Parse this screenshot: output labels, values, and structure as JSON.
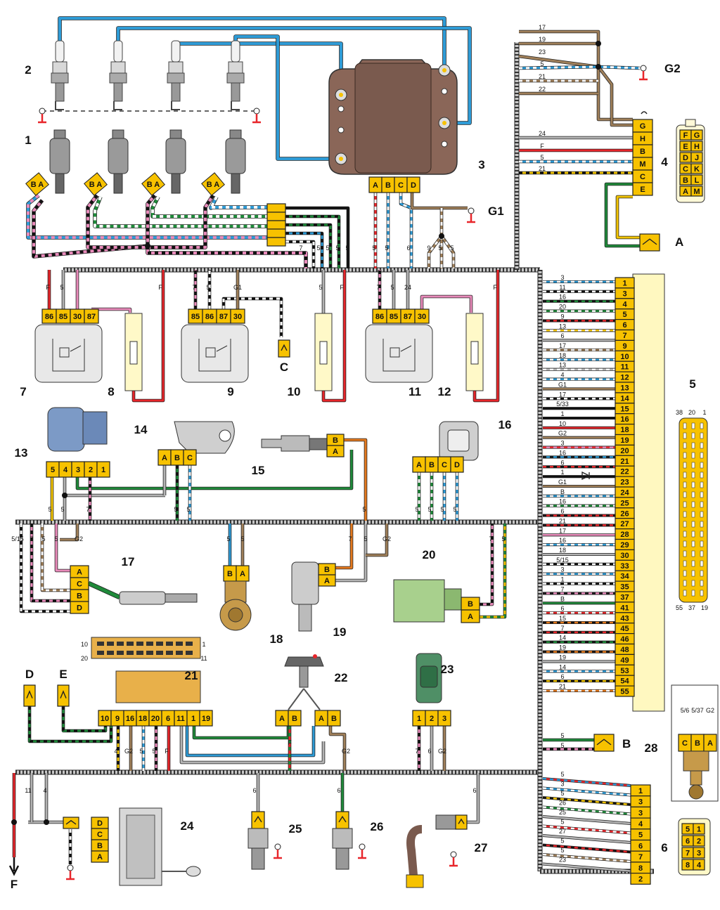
{
  "component_numbers": [
    "1",
    "2",
    "3",
    "4",
    "5",
    "6",
    "7",
    "8",
    "9",
    "10",
    "11",
    "12",
    "13",
    "14",
    "15",
    "16",
    "17",
    "18",
    "19",
    "20",
    "21",
    "22",
    "23",
    "24",
    "25",
    "26",
    "27",
    "28"
  ],
  "connector_letters": {
    "A": "A",
    "B": "B",
    "C": "C",
    "D": "D",
    "E": "E",
    "F": "F",
    "G1": "G1",
    "G2": "G2"
  },
  "module3_pins": [
    "A",
    "B",
    "C",
    "D"
  ],
  "connector4_pins": [
    "G",
    "H",
    "B",
    "M",
    "C",
    "E"
  ],
  "connector4_wires": [
    "17",
    "19",
    "23",
    "5",
    "21",
    "22",
    "24",
    "F",
    "5",
    "21"
  ],
  "connector4_face": [
    [
      "F",
      "G"
    ],
    [
      "E",
      "H"
    ],
    [
      "D",
      "J"
    ],
    [
      "C",
      "K"
    ],
    [
      "B",
      "L"
    ],
    [
      "A",
      "M"
    ]
  ],
  "ecu_pins": [
    "1",
    "3",
    "4",
    "5",
    "6",
    "7",
    "9",
    "10",
    "11",
    "12",
    "13",
    "14",
    "15",
    "16",
    "18",
    "19",
    "20",
    "21",
    "22",
    "23",
    "24",
    "25",
    "26",
    "27",
    "28",
    "29",
    "30",
    "33",
    "34",
    "35",
    "37",
    "41",
    "43",
    "45",
    "46",
    "48",
    "49",
    "53",
    "54",
    "55"
  ],
  "ecu_wires": [
    "3",
    "11",
    "16",
    "20",
    "9",
    "13",
    "6",
    "17",
    "18",
    "13",
    "4",
    "G1",
    "17",
    "5/33",
    "1",
    "10",
    "G2",
    "3",
    "16",
    "6",
    "1",
    "G1",
    "B",
    "16",
    "6",
    "21",
    "17",
    "16",
    "18",
    "5/15",
    "3",
    "1",
    "7",
    "B",
    "6",
    "15",
    "7",
    "14",
    "19",
    "19",
    "14",
    "6",
    "21"
  ],
  "ecu_face_top": [
    "38",
    "20",
    "1"
  ],
  "ecu_face_bottom": [
    "55",
    "37",
    "19"
  ],
  "relay_pins": [
    "86",
    "85",
    "30",
    "87"
  ],
  "relay9_pins": [
    "85",
    "86",
    "87",
    "30"
  ],
  "relay11_pins": [
    "86",
    "85",
    "87",
    "30"
  ],
  "relay7_wires": [
    "F",
    "5"
  ],
  "relay9_wires": [
    "7",
    "5",
    "G1"
  ],
  "relay11_wires": [
    "7",
    "5",
    "24"
  ],
  "fuse_wires": [
    "F",
    "5",
    "F",
    "F"
  ],
  "top_wires": [
    "7",
    "5",
    "5",
    "5",
    "5",
    "5",
    "5",
    "6",
    "9",
    "5",
    "5"
  ],
  "maf_pins": [
    "5",
    "4",
    "3",
    "2",
    "1"
  ],
  "maf_wires": [
    "5",
    "5",
    "7"
  ],
  "tps_pins": [
    "A",
    "B",
    "C"
  ],
  "tps_wires": [
    "5",
    "5"
  ],
  "idle_pins": [
    "A",
    "B",
    "C",
    "D"
  ],
  "idle_wires": [
    "5",
    "5",
    "5",
    "5"
  ],
  "o2_pins": [
    "A",
    "C",
    "B",
    "D"
  ],
  "o2_wires": [
    "5/15",
    "7",
    "5",
    "5",
    "G2"
  ],
  "knock_pins": [
    "B",
    "A"
  ],
  "knock_wires": [
    "5",
    "5"
  ],
  "crank_pins": [
    "B",
    "A"
  ],
  "crank_wires": [
    "7",
    "5",
    "G2"
  ],
  "canister_pins": [
    "B",
    "A"
  ],
  "canister_wires": [
    "7",
    "5"
  ],
  "diag_pins": [
    "10",
    "9",
    "16",
    "18",
    "20",
    "6",
    "11",
    "1",
    "19"
  ],
  "diag_wires": [
    "4",
    "G2",
    "5",
    "5",
    "F"
  ],
  "diag_face": [
    "10",
    "20",
    "1",
    "11"
  ],
  "speed_pins": [
    "A",
    "B",
    "A",
    "B"
  ],
  "speed_wires": [
    "F",
    "G2"
  ],
  "vss_pins": [
    "1",
    "2",
    "3"
  ],
  "vss_wires": [
    "7",
    "6",
    "G2"
  ],
  "pump_pins": [
    "D",
    "C",
    "B",
    "A"
  ],
  "pump_wires": [
    "11",
    "4"
  ],
  "temp_wires": [
    "6",
    "6",
    "6"
  ],
  "conn6_pins": [
    "1",
    "3",
    "3",
    "4",
    "5",
    "6",
    "7",
    "8",
    "2"
  ],
  "conn6_wires": [
    "5",
    "3",
    "5",
    "26",
    "25",
    "5",
    "27",
    "5",
    "5",
    "23"
  ],
  "conn6_face": [
    [
      "5",
      "1"
    ],
    [
      "6",
      "2"
    ],
    [
      "7",
      "3"
    ],
    [
      "8",
      "4"
    ]
  ],
  "conn28_pins": [
    "C",
    "B",
    "A"
  ],
  "conn28_wires": [
    "5/6",
    "5/37",
    "G2"
  ],
  "connB_wires": [
    "5",
    "5"
  ],
  "colors": {
    "red": "#e8262b",
    "blue": "#2e9bd6",
    "pink": "#e98bbb",
    "green": "#1f8a3a",
    "brown": "#a0805a",
    "gray": "#b4b4b4",
    "black": "#111111",
    "yellow": "#f2c400",
    "orange": "#e57a1e",
    "white": "#ffffff",
    "coil": "#8a6658",
    "connector": "#f7c200"
  }
}
